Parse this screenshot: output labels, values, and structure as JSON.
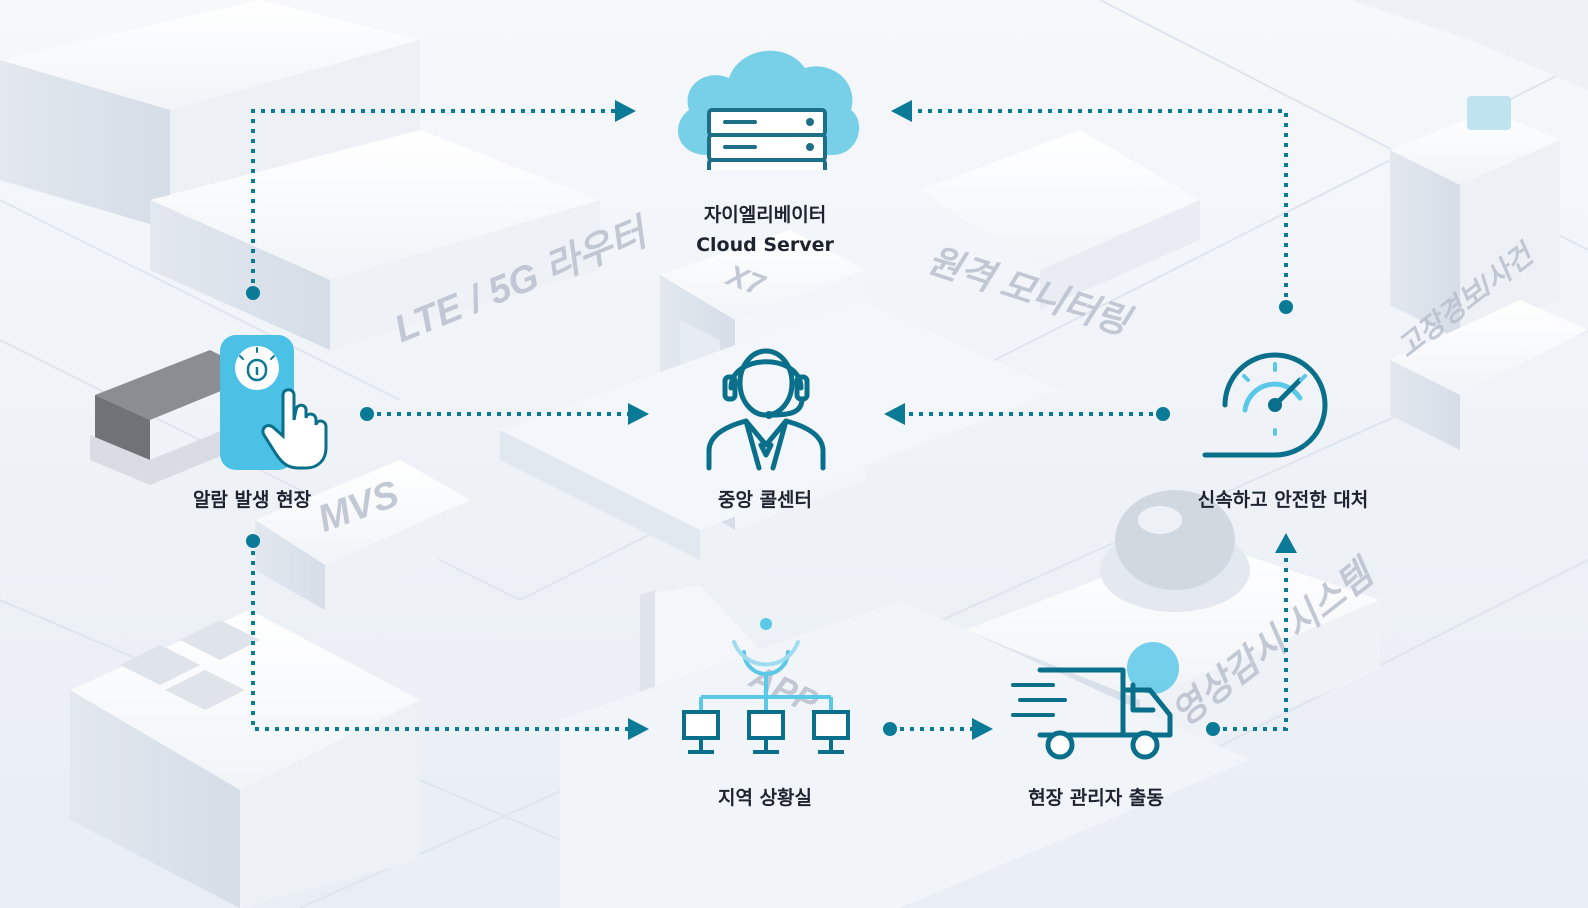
{
  "nodes": {
    "cloud_server": {
      "line1": "자이엘리베이터",
      "line2": "Cloud Server"
    },
    "alarm_site": {
      "label": "알람 발생 현장"
    },
    "call_center": {
      "label": "중앙 콜센터"
    },
    "quick_response": {
      "label": "신속하고 안전한 대처"
    },
    "regional_room": {
      "label": "지역 상황실"
    },
    "manager_dispatch": {
      "label": "현장 관리자 출동"
    }
  },
  "background_labels": {
    "router": "LTE / 5G 라우터",
    "remote_monitoring": "원격 모니터링",
    "mvs": "MVS",
    "app": "APP",
    "video_surveillance": "영상감시 시스템",
    "fault_alarm": "고장경보/사건",
    "x7": "X7"
  },
  "colors": {
    "accent": "#0a7a97",
    "icon_light": "#5cc8e8",
    "cloud": "#78cfe8",
    "text": "#1d2430"
  },
  "icons": {
    "cloud": "cloud-server-icon",
    "alarm": "alarm-touch-icon",
    "operator": "headset-operator-icon",
    "speed": "speedometer-icon",
    "network": "network-app-icon",
    "truck": "delivery-truck-icon"
  }
}
